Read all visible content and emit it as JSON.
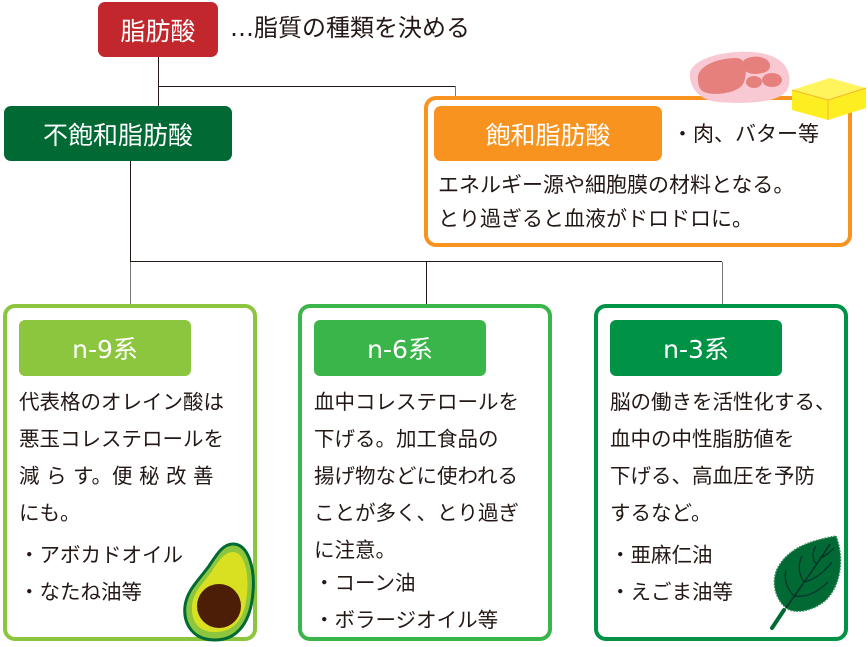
{
  "root": {
    "label": "脂肪酸",
    "description": "…脂質の種類を決める",
    "color": "#c1272d"
  },
  "unsaturated": {
    "label": "不飽和脂肪酸",
    "color": "#006934"
  },
  "saturated": {
    "label": "飽和脂肪酸",
    "examples": "・肉、バター等",
    "lines": [
      "エネルギー源や細胞膜の材料となる。",
      "とり過ぎると血液がドロドロに。"
    ],
    "color": "#f7931e",
    "icons": [
      "meat-icon",
      "butter-icon"
    ]
  },
  "types": [
    {
      "label": "n-9系",
      "color": "#8cc63f",
      "lines": [
        "代表格のオレイン酸は",
        "悪玉コレステロールを",
        "減 ら す。便 秘 改 善",
        "にも。"
      ],
      "examples": [
        "・アボカドオイル",
        "・なたね油等"
      ],
      "icon": "avocado-icon"
    },
    {
      "label": "n-6系",
      "color": "#39b54a",
      "lines": [
        "血中コレステロールを",
        "下げる。加工食品の",
        "揚げ物などに使われる",
        "ことが多く、とり過ぎ",
        "に注意。"
      ],
      "examples": [
        "・コーン油",
        "・ボラージオイル等"
      ],
      "icon": null
    },
    {
      "label": "n-3系",
      "color": "#009245",
      "lines": [
        "脳の働きを活性化する、",
        "血中の中性脂肪値を",
        "下げる、高血圧を予防",
        "するなど。"
      ],
      "examples": [
        "・亜麻仁油",
        "・えごま油等"
      ],
      "icon": "leaf-icon"
    }
  ]
}
